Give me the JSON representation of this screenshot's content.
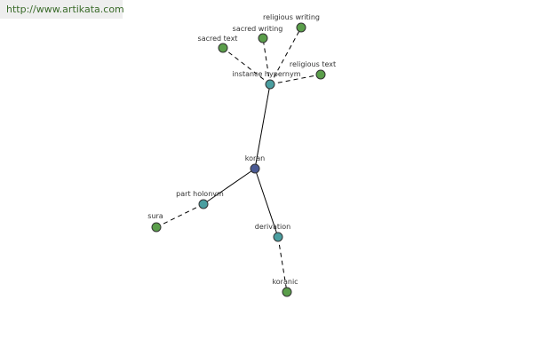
{
  "header": {
    "url": "http://www.artikata.com"
  },
  "graph": {
    "colors": {
      "central": "#4a5a94",
      "relation": "#4a9ea0",
      "leaf": "#5a9e4a",
      "stroke": "#333333",
      "edge": "#000000"
    },
    "nodes": [
      {
        "id": "koran",
        "label": "koran",
        "kind": "central"
      },
      {
        "id": "instance-hypernym",
        "label": "instance hypernym",
        "kind": "relation"
      },
      {
        "id": "part-holonym",
        "label": "part holonym",
        "kind": "relation"
      },
      {
        "id": "derivation",
        "label": "derivation",
        "kind": "relation"
      },
      {
        "id": "sacred-text",
        "label": "sacred text",
        "kind": "leaf"
      },
      {
        "id": "sacred-writing",
        "label": "sacred writing",
        "kind": "leaf"
      },
      {
        "id": "religious-writing",
        "label": "religious writing",
        "kind": "leaf"
      },
      {
        "id": "religious-text",
        "label": "religious text",
        "kind": "leaf"
      },
      {
        "id": "sura",
        "label": "sura",
        "kind": "leaf"
      },
      {
        "id": "koranic",
        "label": "koranic",
        "kind": "leaf"
      }
    ],
    "edges": [
      {
        "from": "koran",
        "to": "instance-hypernym",
        "style": "solid"
      },
      {
        "from": "koran",
        "to": "part-holonym",
        "style": "solid"
      },
      {
        "from": "koran",
        "to": "derivation",
        "style": "solid"
      },
      {
        "from": "instance-hypernym",
        "to": "sacred-text",
        "style": "dashed"
      },
      {
        "from": "instance-hypernym",
        "to": "sacred-writing",
        "style": "dashed"
      },
      {
        "from": "instance-hypernym",
        "to": "religious-writing",
        "style": "dashed"
      },
      {
        "from": "instance-hypernym",
        "to": "religious-text",
        "style": "dashed"
      },
      {
        "from": "part-holonym",
        "to": "sura",
        "style": "dashed"
      },
      {
        "from": "derivation",
        "to": "koranic",
        "style": "dashed"
      }
    ]
  }
}
